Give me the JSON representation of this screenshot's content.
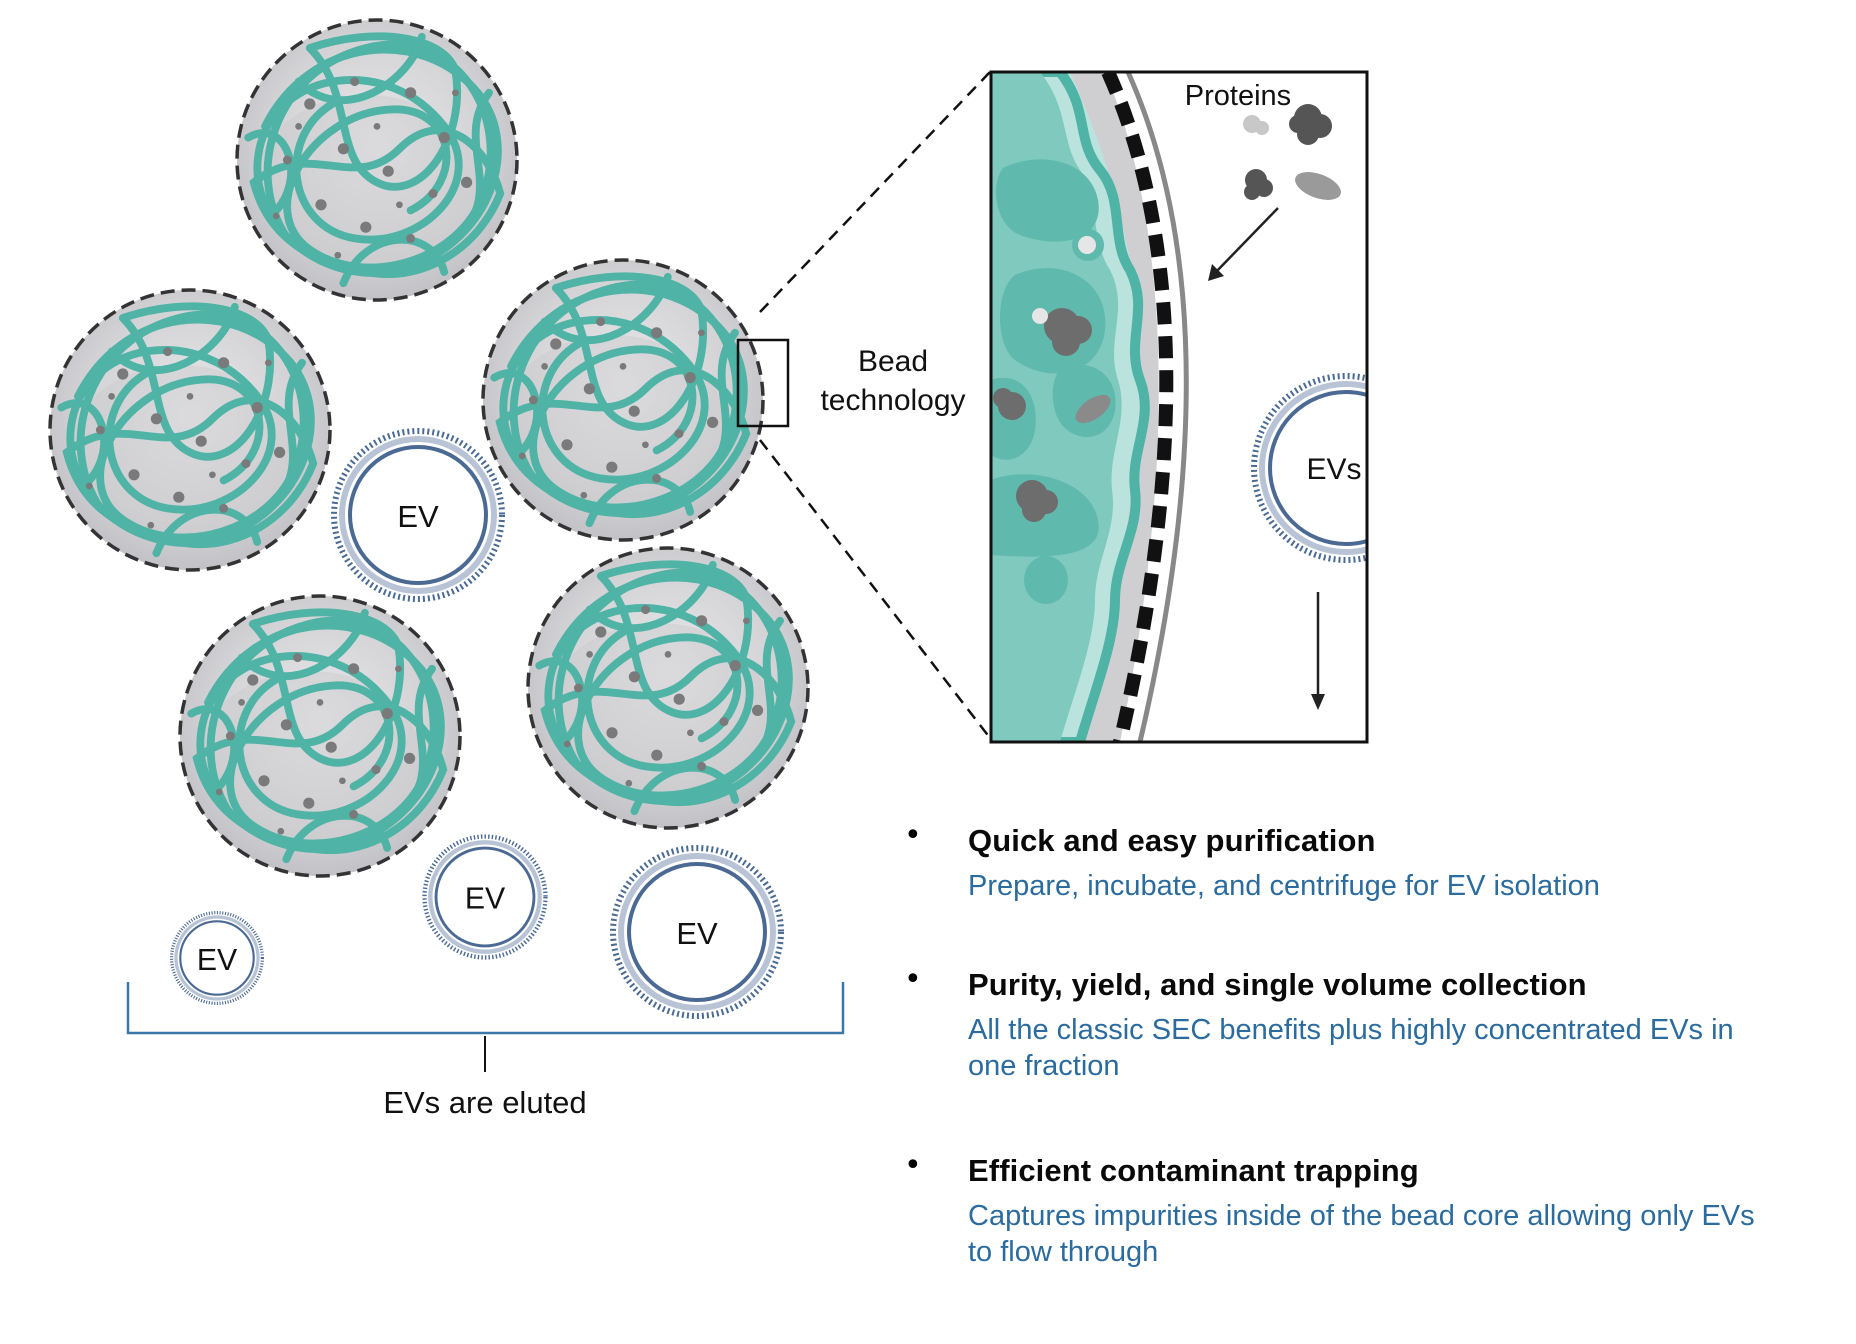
{
  "labels": {
    "ev": "EV",
    "evs": "EVs",
    "bead_line1": "Bead",
    "bead_line2": "technology",
    "proteins": "Proteins",
    "eluted": "EVs are eluted"
  },
  "features": [
    {
      "title": "Quick and easy purification",
      "description": "Prepare, incubate, and centrifuge for EV isolation"
    },
    {
      "title": "Purity, yield, and single volume collection",
      "description": "All the classic SEC benefits plus highly concentrated EVs in one fraction"
    },
    {
      "title": "Efficient contaminant trapping",
      "description": "Captures impurities inside of the bead core allowing only EVs to flow through"
    }
  ],
  "colors": {
    "teal": "#4fb3a6",
    "bead_gray": "#d4d4d6",
    "ev_blue": "#4a6a94",
    "feature_text": "#2b6b9e",
    "bracket": "#3a78a8"
  },
  "icons": [
    "bullet-icon",
    "arrow-down-icon",
    "arrow-diagonal-icon"
  ]
}
